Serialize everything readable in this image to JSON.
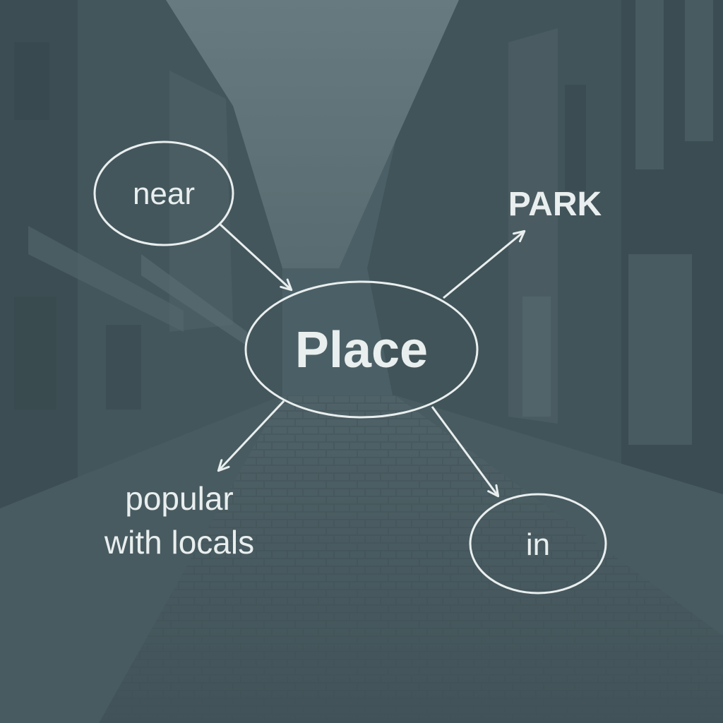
{
  "diagram": {
    "center": {
      "label": "Place"
    },
    "nodes": [
      {
        "id": "near",
        "label": "near",
        "shape": "ellipse"
      },
      {
        "id": "park",
        "label": "PARK",
        "shape": "none"
      },
      {
        "id": "popular",
        "lines": [
          "popular",
          "with locals"
        ],
        "shape": "none"
      },
      {
        "id": "in",
        "label": "in",
        "shape": "ellipse"
      }
    ],
    "edges": [
      {
        "from": "near",
        "to": "center"
      },
      {
        "from": "center",
        "to": "park"
      },
      {
        "from": "center",
        "to": "popular"
      },
      {
        "from": "center",
        "to": "in"
      }
    ]
  },
  "colors": {
    "foreground": "#e9eeee",
    "background": "#4a5f66"
  }
}
